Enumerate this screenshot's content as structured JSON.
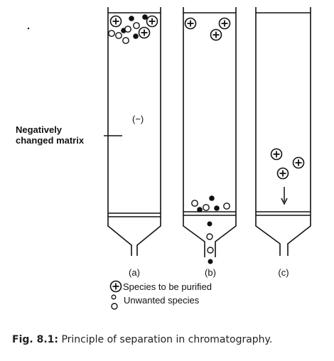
{
  "diagram": {
    "matrix_sign": "(−)",
    "matrix_label_line1": "Negatively",
    "matrix_label_line2": "changed matrix",
    "columns": [
      {
        "label": "(a)"
      },
      {
        "label": "(b)"
      },
      {
        "label": "(c)"
      }
    ],
    "legend": {
      "purified_label": "Species to be purified",
      "unwanted_label": "Unwanted species"
    },
    "colors": {
      "ink": "#111111",
      "background": "#ffffff"
    }
  },
  "caption": {
    "prefix": "Fig. 8.1:",
    "text": "Principle of separation in chromatography."
  }
}
